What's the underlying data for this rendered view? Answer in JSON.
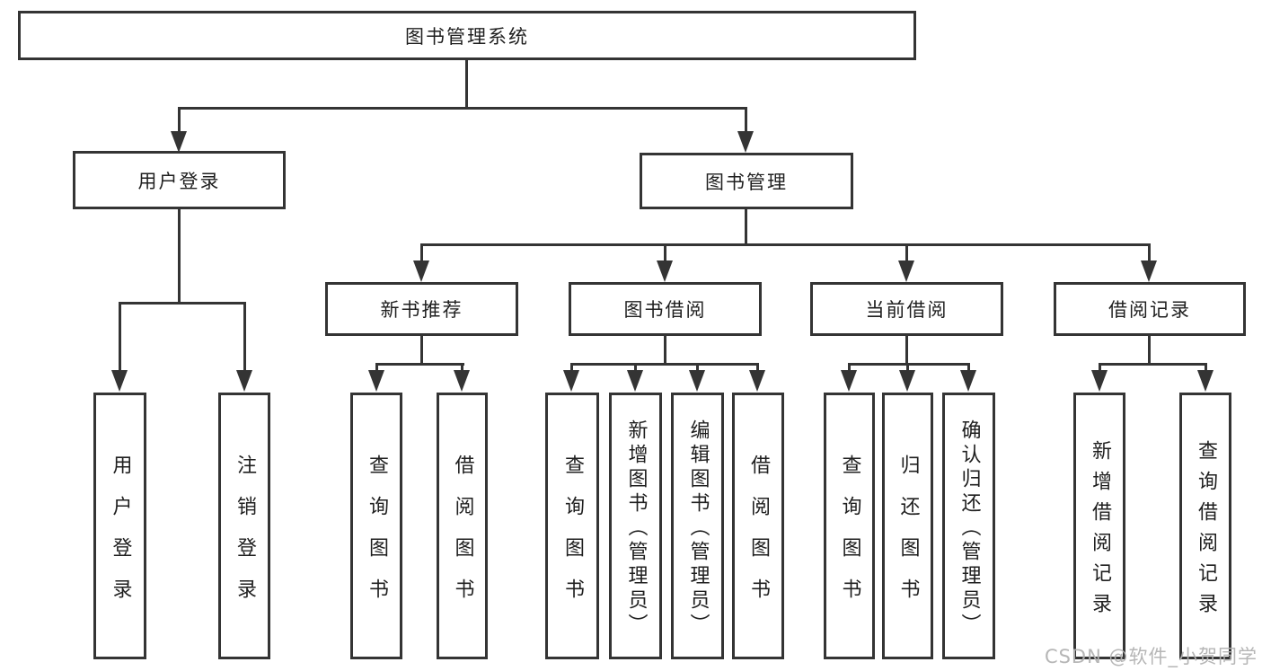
{
  "tree": {
    "root": {
      "label": "图书管理系统"
    },
    "user_login": {
      "label": "用户登录",
      "children": [
        {
          "label": "用户登录"
        },
        {
          "label": "注销登录"
        }
      ]
    },
    "book_mgmt": {
      "label": "图书管理",
      "groups": [
        {
          "label": "新书推荐",
          "children": [
            {
              "label": "查询图书"
            },
            {
              "label": "借阅图书"
            }
          ]
        },
        {
          "label": "图书借阅",
          "children": [
            {
              "label": "查询图书"
            },
            {
              "label": "新增图书（管理员）"
            },
            {
              "label": "编辑图书（管理员）"
            },
            {
              "label": "借阅图书"
            }
          ]
        },
        {
          "label": "当前借阅",
          "children": [
            {
              "label": "查询图书"
            },
            {
              "label": "归还图书"
            },
            {
              "label": "确认归还（管理员）"
            }
          ]
        },
        {
          "label": "借阅记录",
          "children": [
            {
              "label": "新增借阅记录"
            },
            {
              "label": "查询借阅记录"
            }
          ]
        }
      ]
    }
  },
  "watermark": "CSDN @软件_小贺同学",
  "colors": {
    "line": "#343434",
    "text": "#1f1f1f",
    "background": "#ffffff",
    "watermark": "#b2b2b2"
  }
}
